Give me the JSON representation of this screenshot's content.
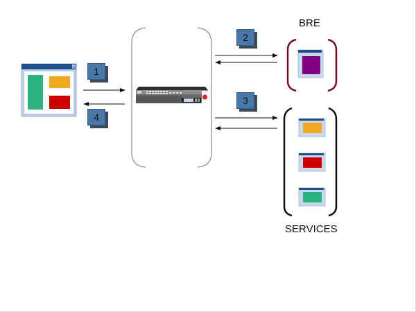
{
  "labels": {
    "bre": "BRE",
    "services": "SERVICES"
  },
  "steps": [
    "1",
    "2",
    "3",
    "4"
  ],
  "colors": {
    "window_title": "#1f4f8a",
    "window_frame": "#b7cce3",
    "green": "#2db37f",
    "orange": "#f1aa1f",
    "red": "#cc0000",
    "purple": "#800080",
    "badge": "#4878a8",
    "bre_bracket": "#7a1020",
    "services_bracket": "#111111",
    "device_bracket": "#8a8a8a"
  },
  "client": {
    "close_glyph": "x"
  }
}
